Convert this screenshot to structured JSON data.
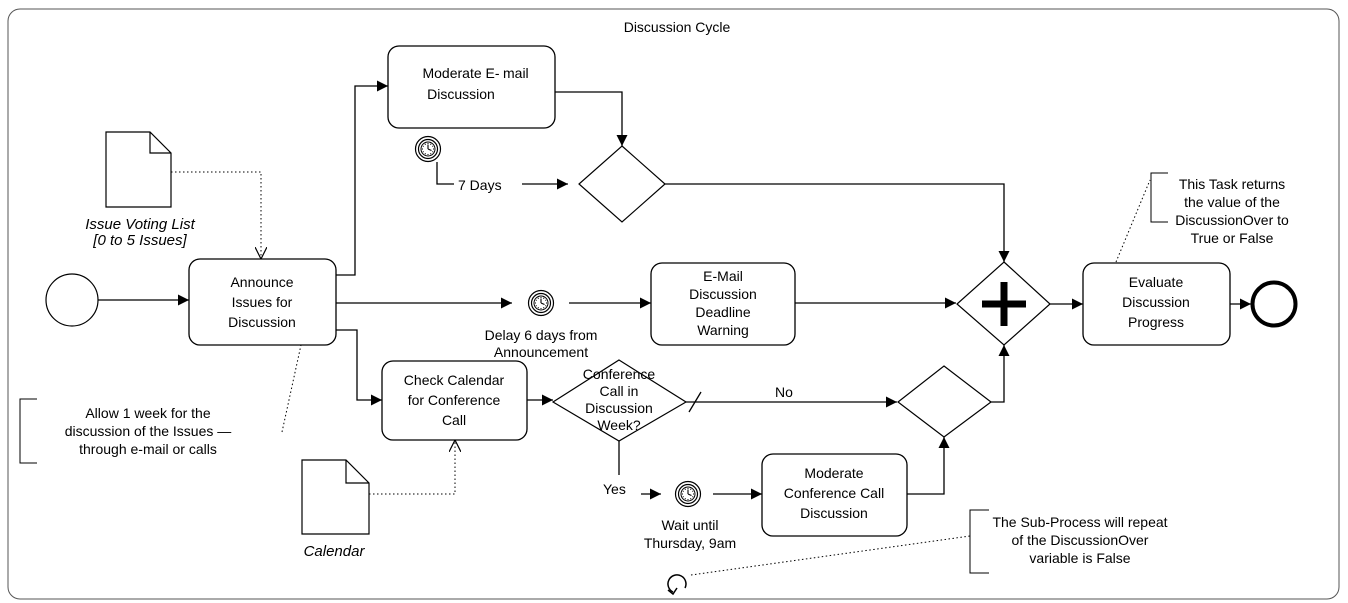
{
  "subprocess": {
    "title": "Discussion Cycle"
  },
  "tasks": {
    "moderate_email": [
      "Moderate E-",
      "mail",
      "Discussion"
    ],
    "announce": [
      "Announce",
      "Issues for",
      "Discussion"
    ],
    "email_warning": [
      "E-Mail",
      "Discussion",
      "Deadline",
      "Warning"
    ],
    "check_calendar": [
      "Check Calendar",
      "for Conference",
      "Call"
    ],
    "moderate_conf": [
      "Moderate",
      "Conference Call",
      "Discussion"
    ],
    "evaluate": [
      "Evaluate",
      "Discussion",
      "Progress"
    ]
  },
  "data_objects": {
    "issue_list": [
      "Issue Voting  List",
      "[0 to 5 Issues]"
    ],
    "calendar": "Calendar"
  },
  "labels": {
    "seven_days": "7 Days",
    "delay": [
      "Delay 6 days from",
      "Announcement"
    ],
    "gateway_question": [
      "Conference",
      "Call in",
      "Discussion",
      "Week?"
    ],
    "no": "No",
    "yes": "Yes",
    "wait_until": [
      "Wait until",
      "Thursday, 9am"
    ]
  },
  "annotations": {
    "allow_week": [
      "Allow 1 week for the",
      "discussion of the Issues —",
      "through e-mail or calls"
    ],
    "task_returns": [
      "This Task returns",
      "the value of the",
      "DiscussionOver to",
      "True or False"
    ],
    "repeat": [
      "The Sub-Process will repeat",
      "of the DiscussionOver",
      "variable is False"
    ]
  }
}
